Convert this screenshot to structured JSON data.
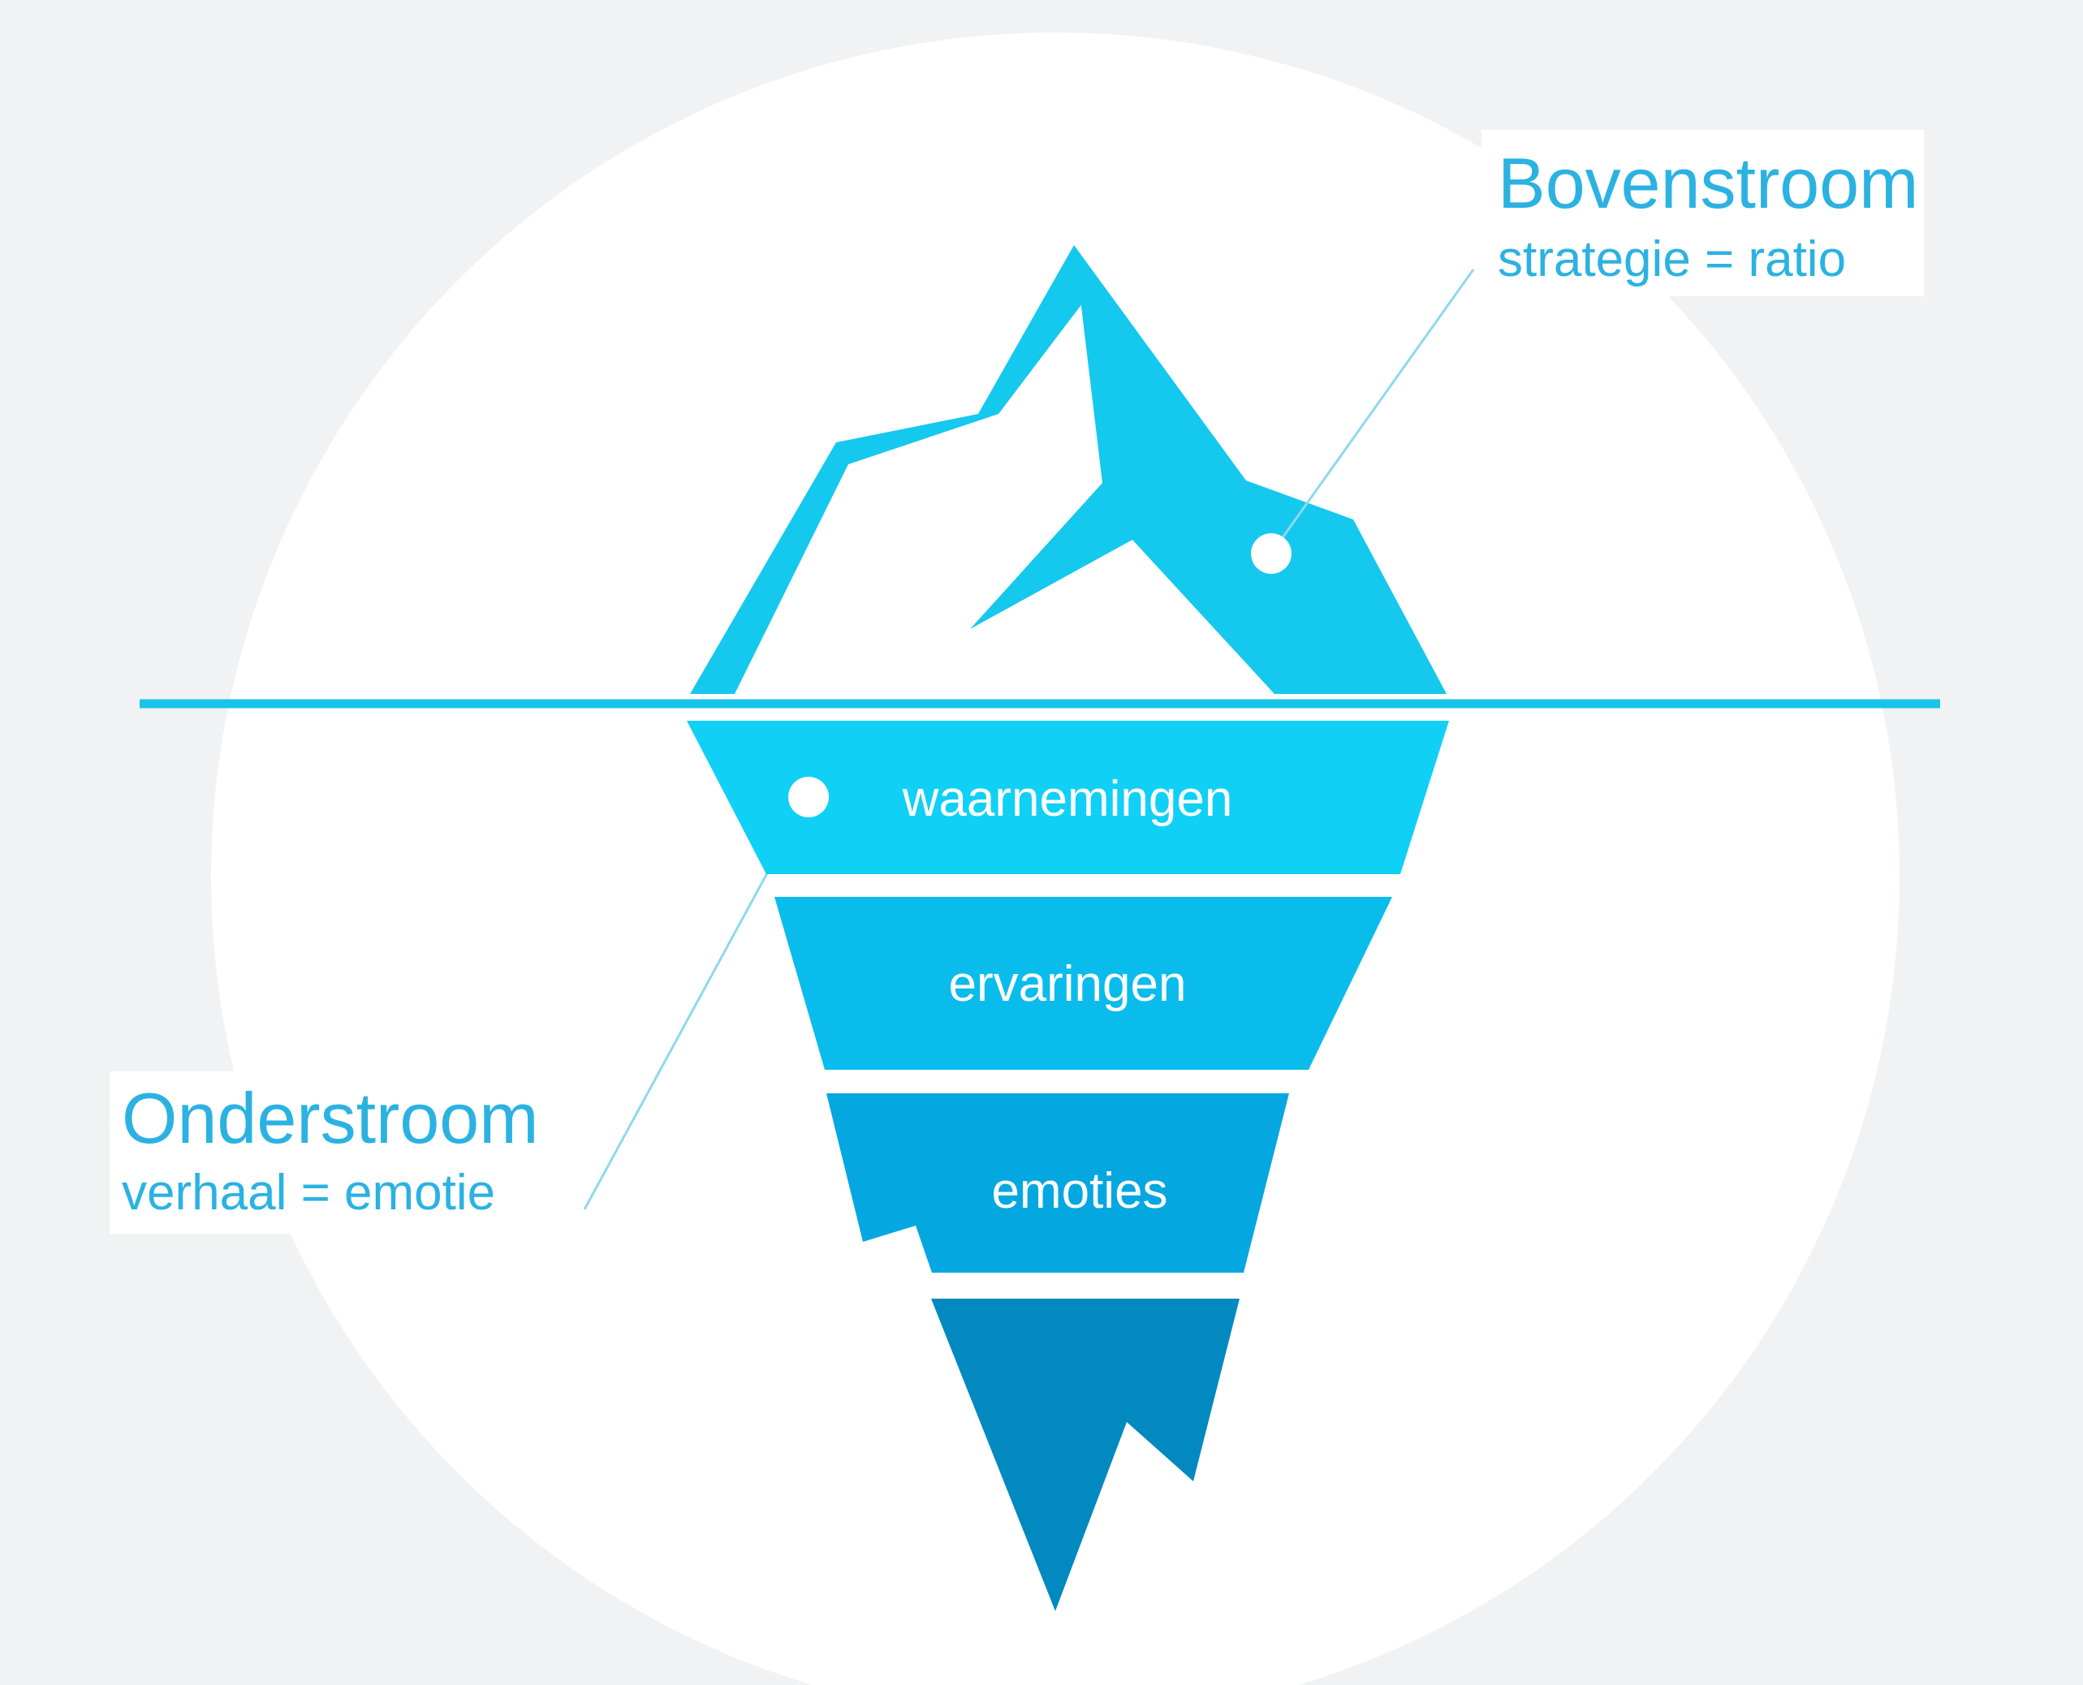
{
  "colors": {
    "background": "#ffffff",
    "halo": "#f1f2f4",
    "waterline": "#18c4ea",
    "tip": "#14c8ee",
    "layer_1": "#10d0f6",
    "layer_2": "#0abcec",
    "layer_3": "#05a7e0",
    "layer_4": "#0189c0",
    "label_text": "#2bb2e2",
    "layer_text": "#ffffff",
    "marker": "#ffffff"
  },
  "above_water": {
    "title": "Bovenstroom",
    "subtitle": "strategie = ratio"
  },
  "below_water": {
    "title": "Onderstroom",
    "subtitle": "verhaal = emotie"
  },
  "layers": [
    {
      "label": "waarnemingen"
    },
    {
      "label": "ervaringen"
    },
    {
      "label": "emoties"
    },
    {
      "label": ""
    }
  ]
}
